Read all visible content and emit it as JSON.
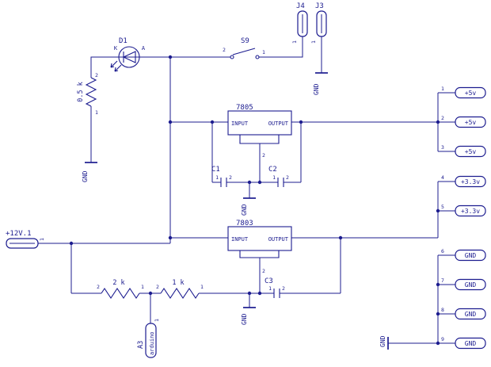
{
  "colors": {
    "wire": "#1c1c8f",
    "background": "#ffffff"
  },
  "components": {
    "p12v": {
      "ref": "+12V.1",
      "pin1": "1"
    },
    "d1": {
      "ref": "D1",
      "cathode": "K",
      "anode": "A"
    },
    "r1": {
      "value": "0.5 k",
      "pin_top": "2",
      "pin_bottom": "1"
    },
    "r2": {
      "value": "2 k",
      "pin_left": "2",
      "pin_right": "1"
    },
    "r3": {
      "value": "1 k",
      "pin_left": "2",
      "pin_right": "1"
    },
    "s9": {
      "ref": "S9",
      "pin_left": "2",
      "pin_right": "1"
    },
    "j4": {
      "ref": "J4",
      "pin1": "1"
    },
    "j3": {
      "ref": "J3",
      "pin1": "1"
    },
    "vr1": {
      "ref": "7805",
      "input": "INPUT",
      "output": "OUTPUT",
      "pin_gnd": "2"
    },
    "vr2": {
      "ref": "7803",
      "input": "INPUT",
      "output": "OUTPUT",
      "pin_gnd": "2"
    },
    "c1": {
      "ref": "C1",
      "pin1": "1",
      "pin2": "2"
    },
    "c2": {
      "ref": "C2",
      "pin1": "1",
      "pin2": "2"
    },
    "c3": {
      "ref": "C3",
      "pin1": "1",
      "pin2": "2"
    },
    "a3": {
      "ref": "A3",
      "label": "arduino",
      "pin1": "1"
    },
    "gnd": {
      "label": "GND"
    }
  },
  "outputs": [
    {
      "pin": "1",
      "label": "+5v"
    },
    {
      "pin": "2",
      "label": "+5v"
    },
    {
      "pin": "3",
      "label": "+5v"
    },
    {
      "pin": "4",
      "label": "+3.3v"
    },
    {
      "pin": "5",
      "label": "+3.3v"
    },
    {
      "pin": "6",
      "label": "GND"
    },
    {
      "pin": "7",
      "label": "GND"
    },
    {
      "pin": "8",
      "label": "GND"
    },
    {
      "pin": "9",
      "label": "GND"
    }
  ]
}
